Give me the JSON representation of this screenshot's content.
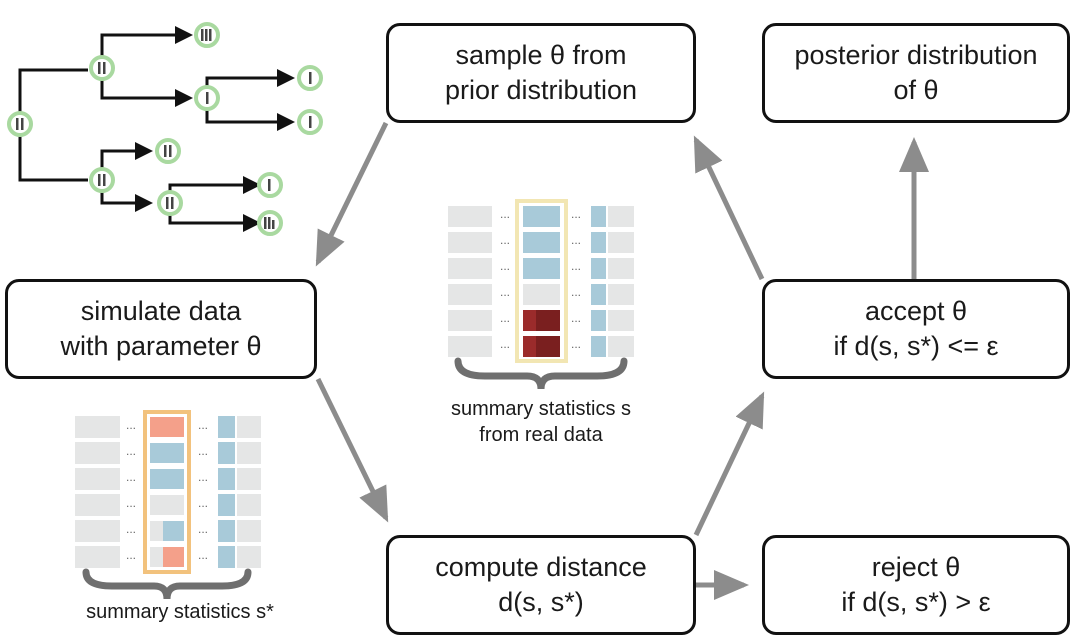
{
  "boxes": {
    "sample": {
      "line1": "sample θ from",
      "line2": "prior distribution"
    },
    "posterior": {
      "line1": "posterior distribution",
      "line2": "of θ"
    },
    "simulate": {
      "line1": "simulate data",
      "line2": "with parameter θ"
    },
    "accept": {
      "line1": "accept θ",
      "line2": "if d(s, s*) <= ε"
    },
    "compute": {
      "line1": "compute distance",
      "line2": "d(s, s*)"
    },
    "reject": {
      "line1": "reject θ",
      "line2": "if d(s, s*) > ε"
    }
  },
  "captions": {
    "real": {
      "line1": "summary statistics s",
      "line2": "from real data"
    },
    "sim": {
      "line1": "summary statistics s*"
    }
  },
  "tables": {
    "dots": "...",
    "real_highlight_cells": [
      "blue",
      "blue",
      "blue",
      "light",
      "dark-red",
      "dark-red"
    ],
    "sim_highlight_cells": [
      "salmon",
      "blue",
      "blue",
      "light",
      "partial-blue",
      "partial-salmon"
    ]
  },
  "colors": {
    "arrow": "#8c8c8c",
    "border": "#111111",
    "node_ring": "#a9d9a0",
    "cell_grey": "#e5e6e6",
    "cell_blue": "#a8cad9",
    "real_highlight_border": "#f2e6b3",
    "sim_highlight_border": "#f2c27d",
    "dark_red": "#7a1f1f",
    "salmon": "#f4a08a",
    "brace": "#6f6f6f"
  }
}
